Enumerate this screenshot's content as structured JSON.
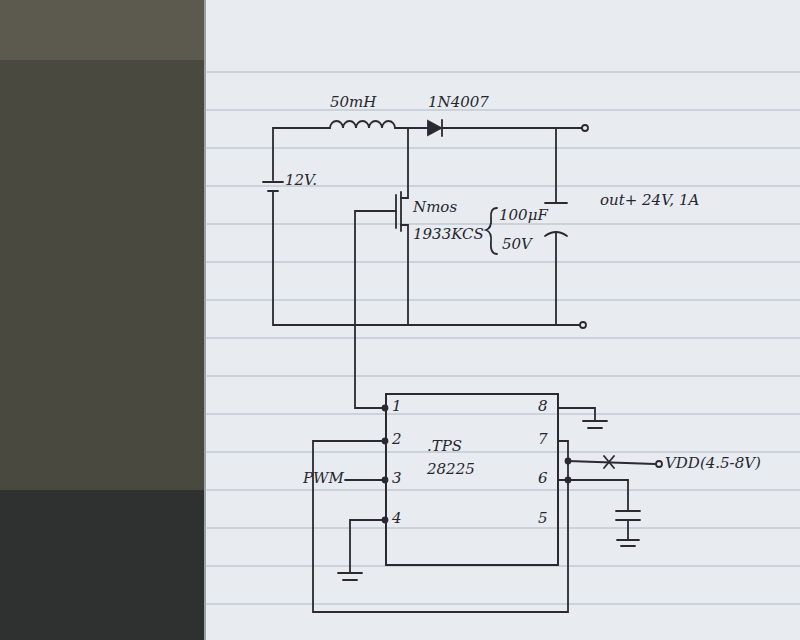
{
  "diagram": {
    "nodes": [
      {
        "text": [
          ".TPS 28225"
        ]
      }
    ],
    "labels": [
      "50mH",
      "1N4007",
      "12V.",
      "Nmos",
      "1933KCS",
      "100μF",
      "50V",
      "out+ 24V, 1A",
      "1",
      "2",
      "3",
      "4",
      "8",
      "7",
      "6",
      "5",
      "PWM",
      "VDD(4.5-8V)"
    ]
  }
}
